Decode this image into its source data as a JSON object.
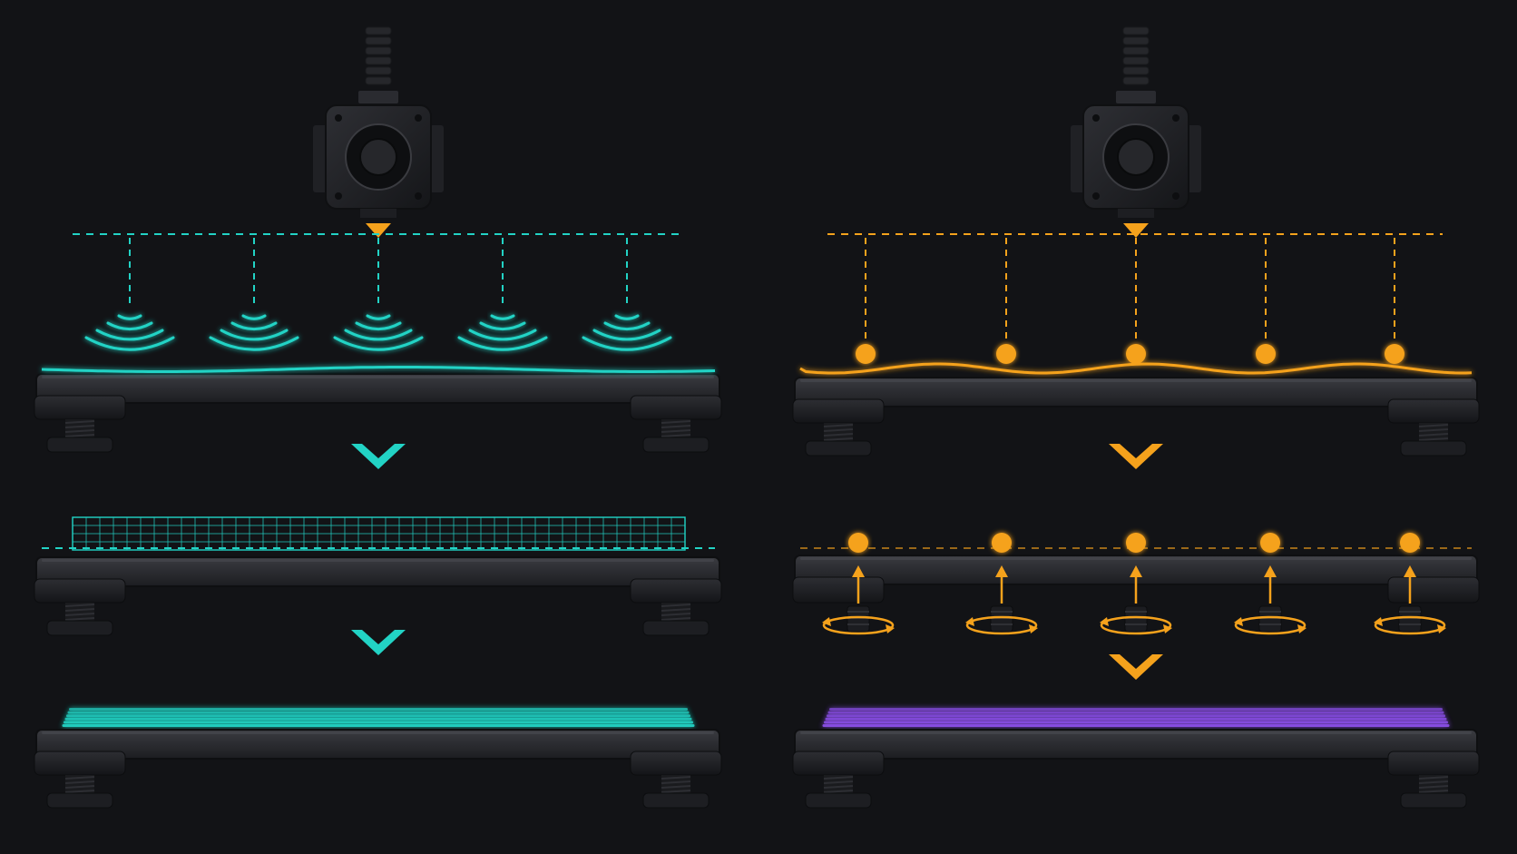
{
  "colors": {
    "background": "#121316",
    "panel_metal": "#2b2c31",
    "panel_metal_dark": "#1c1d21",
    "auto_accent": "#22d3c5",
    "manual_accent": "#f5a21c",
    "manual_print": "#8b4fe8"
  },
  "icons": {
    "printhead": "extruder-motor-icon",
    "sensor": "proximity-wave-icon",
    "probe_point": "probe-dot-icon",
    "step_arrow": "chevron-down-icon",
    "knob": "leveling-knob-icon",
    "rotate": "rotate-arrows-icon"
  },
  "panels": [
    {
      "id": "auto",
      "method": "automatic-bed-leveling",
      "probe_count": 5,
      "bed_surface": "slightly-warped",
      "compensation": "mesh",
      "print_color": "#22d3c5"
    },
    {
      "id": "manual",
      "method": "manual-bed-leveling",
      "probe_count": 5,
      "bed_surface": "wavy",
      "compensation": "knob-adjustment",
      "knob_count": 5,
      "print_color": "#8b4fe8"
    }
  ]
}
